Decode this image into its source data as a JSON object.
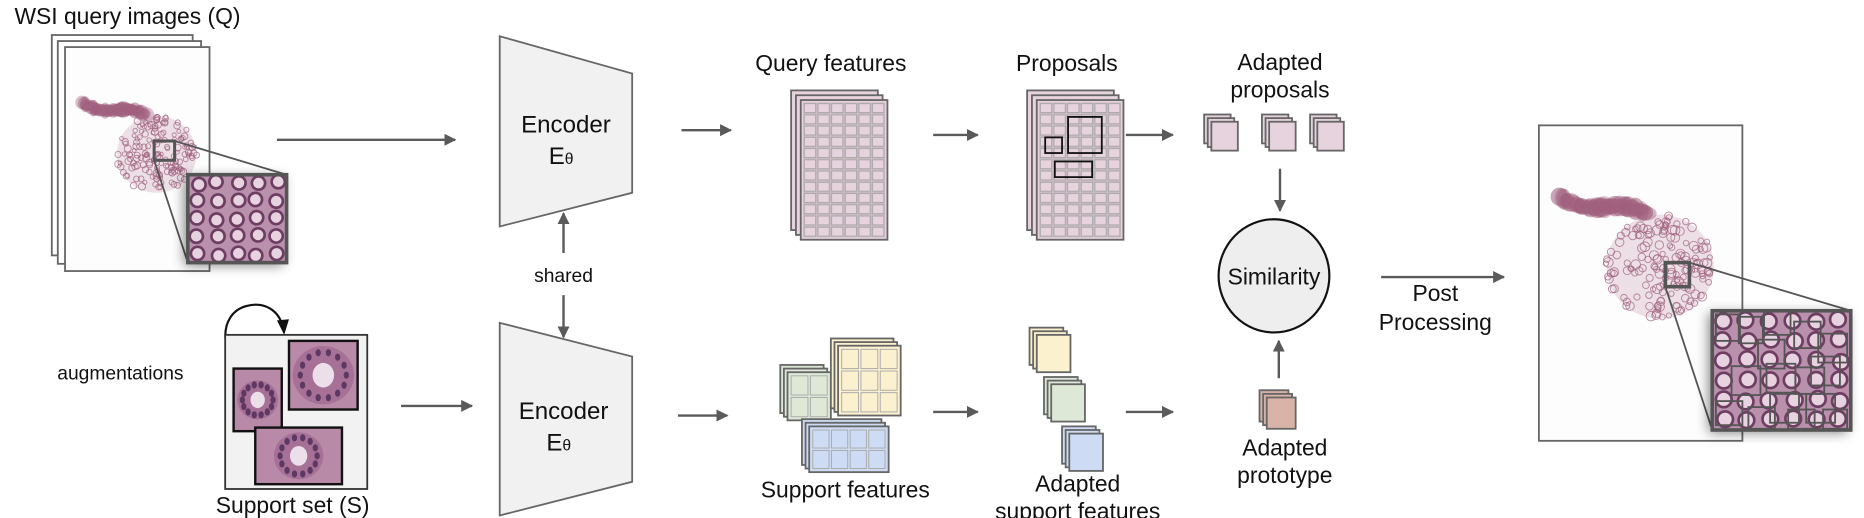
{
  "query": {
    "title": "WSI query images (Q)"
  },
  "encoder_top": {
    "label": "Encoder",
    "symbol": "E",
    "subscript": "θ"
  },
  "encoder_bottom": {
    "label": "Encoder",
    "symbol": "E",
    "subscript": "θ"
  },
  "shared_label": "shared",
  "support": {
    "label": "Support set (S)",
    "augmentations_label": "augmentations"
  },
  "query_features": {
    "label": "Query features"
  },
  "proposals": {
    "label": "Proposals"
  },
  "adapted_proposals": {
    "line1": "Adapted",
    "line2": "proposals"
  },
  "similarity": {
    "label": "Similarity"
  },
  "adapted_prototype": {
    "line1": "Adapted",
    "line2": "prototype"
  },
  "support_features": {
    "label": "Support features"
  },
  "adapted_support_features": {
    "line1": "Adapted",
    "line2": "support features"
  },
  "post_processing": {
    "line1": "Post",
    "line2": "Processing"
  },
  "colors": {
    "query_feature": "#e6d3dd",
    "support_yellow": "#fcf1cf",
    "support_green": "#dde8d6",
    "support_blue": "#cddcf4",
    "prototype": "#d9b3a7",
    "similarity_fill": "#eeeeee",
    "stroke": "#666666",
    "tissue": "#a0607e"
  }
}
